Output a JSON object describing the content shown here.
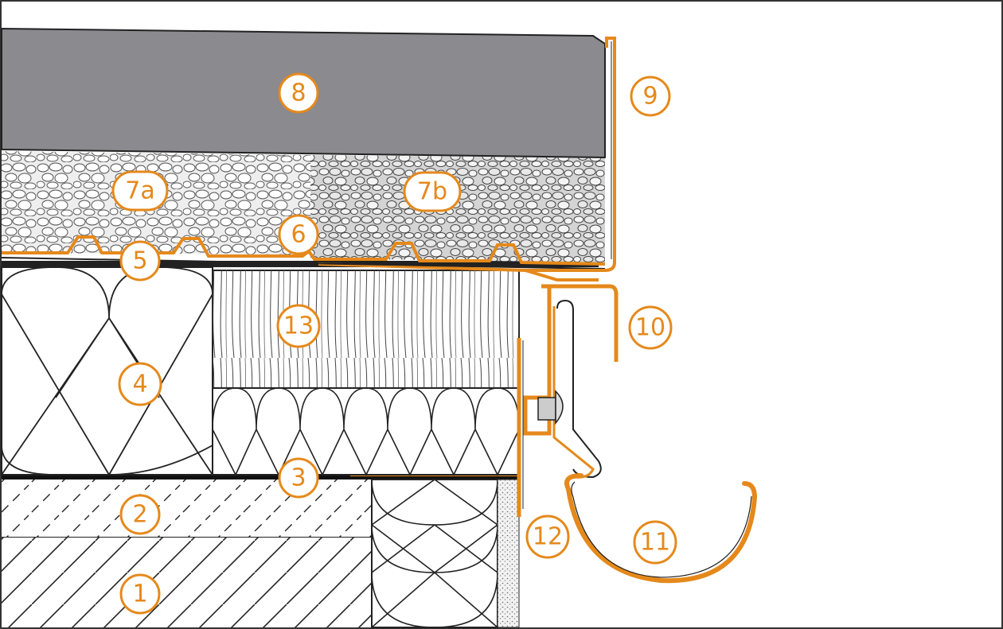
{
  "colors": {
    "accent": "#e5891b",
    "slab": "#8a8a8f",
    "line": "#222222",
    "background": "#ffffff"
  },
  "callouts": {
    "c1": "1",
    "c2": "2",
    "c3": "3",
    "c4": "4",
    "c5": "5",
    "c6": "6",
    "c7a": "7a",
    "c7b": "7b",
    "c8": "8",
    "c9": "9",
    "c10": "10",
    "c11": "11",
    "c12": "12",
    "c13": "13"
  }
}
